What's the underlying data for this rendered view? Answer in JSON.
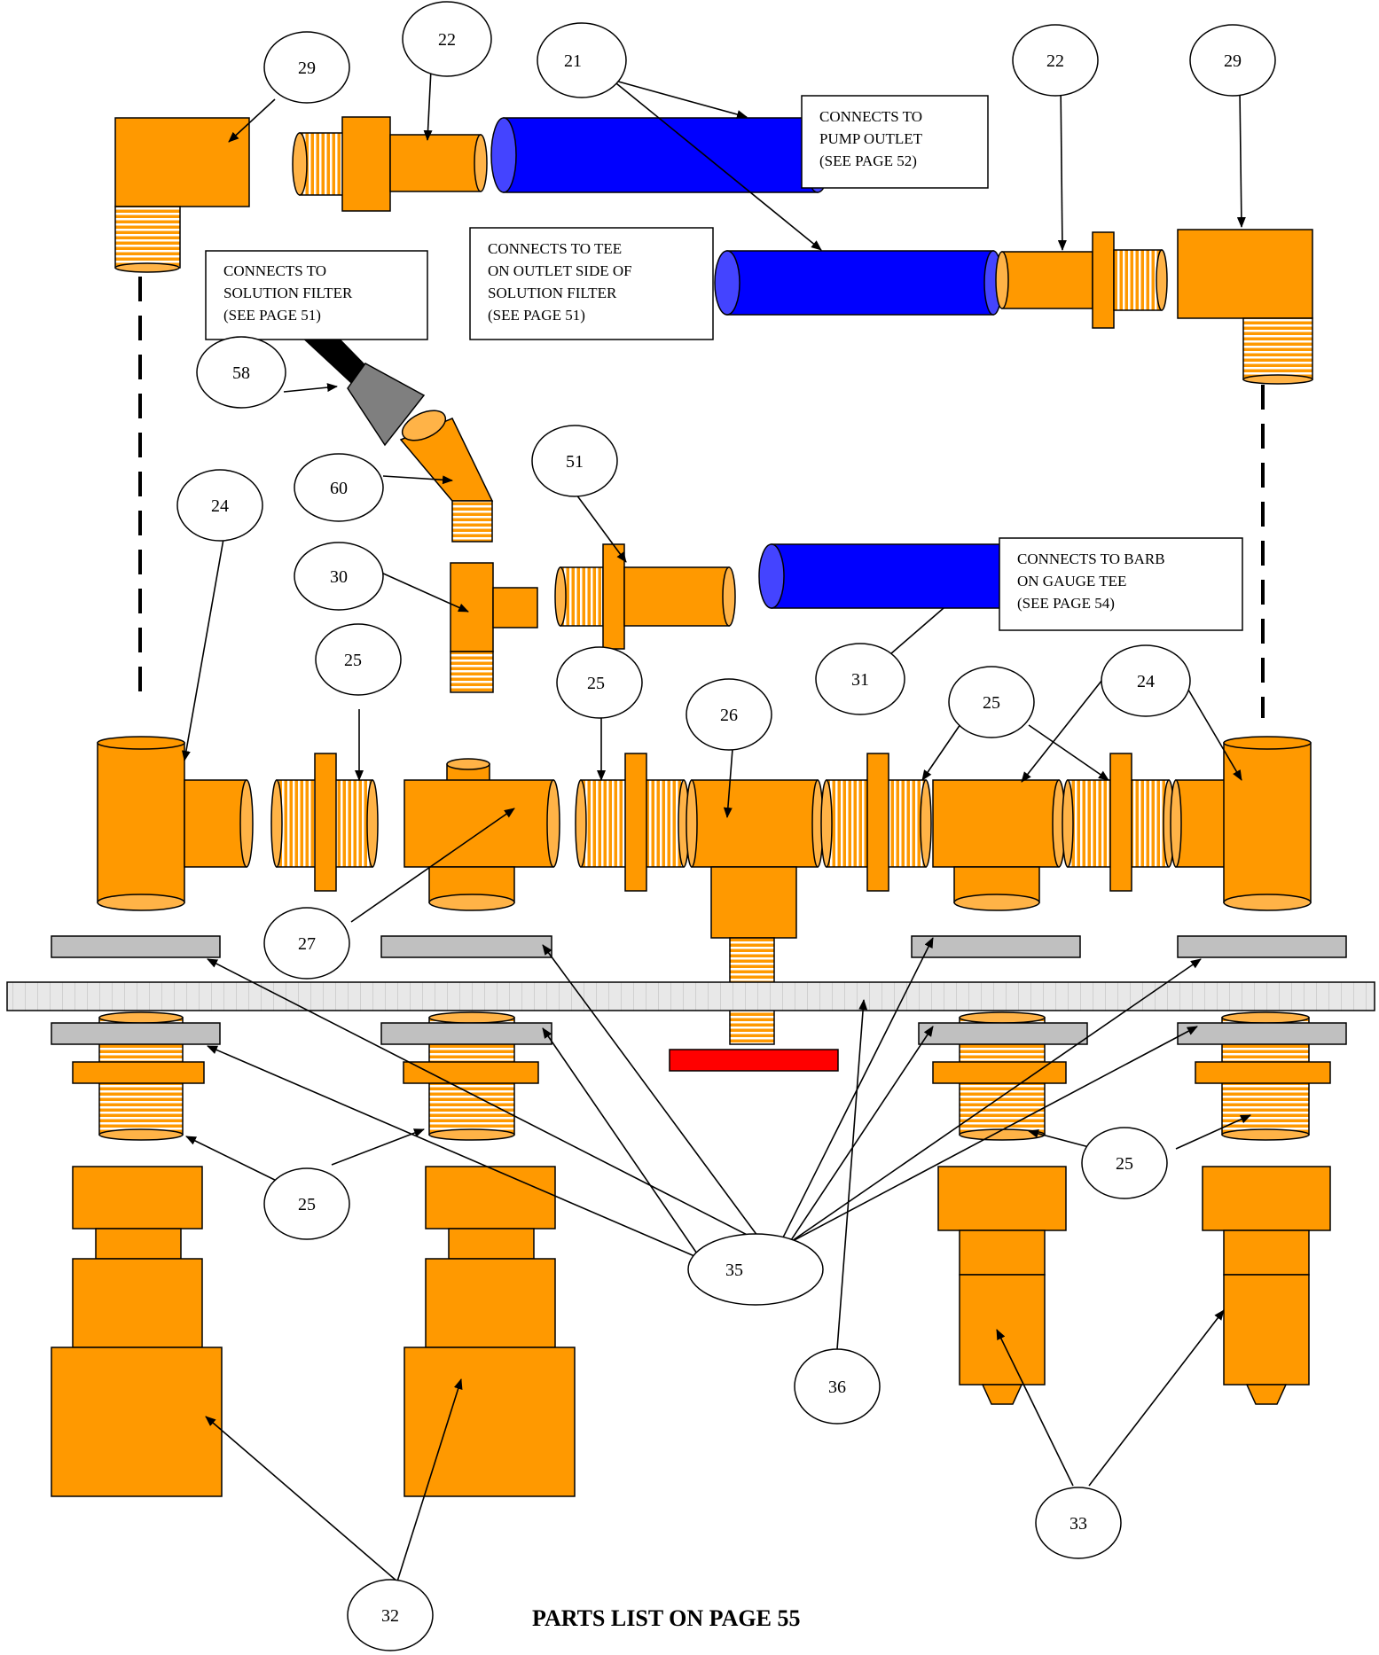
{
  "callouts": {
    "c29a": "29",
    "c22a": "22",
    "c21": "21",
    "c22b": "22",
    "c29b": "29",
    "c58": "58",
    "c60": "60",
    "c51": "51",
    "c24a": "24",
    "c30": "30",
    "c31": "31",
    "c25a": "25",
    "c25b": "25",
    "c26": "26",
    "c25c": "25",
    "c24b": "24",
    "c27": "27",
    "c25d": "25",
    "c25e": "25",
    "c35": "35",
    "c36": "36",
    "c33": "33",
    "c32": "32"
  },
  "notes": {
    "pump_outlet": [
      "CONNECTS TO",
      "PUMP OUTLET",
      "(SEE PAGE 52)"
    ],
    "tee_outlet": [
      "CONNECTS TO TEE",
      "ON OUTLET SIDE OF",
      "SOLUTION FILTER",
      "(SEE PAGE 51)"
    ],
    "solution_filter": [
      "CONNECTS TO",
      "SOLUTION FILTER",
      "(SEE PAGE 51)"
    ],
    "barb_gauge": [
      "CONNECTS TO BARB",
      "ON GAUGE TEE",
      "(SEE PAGE 54)"
    ]
  },
  "footer": "PARTS LIST ON PAGE 55",
  "colors": {
    "fitting": "#ff9900",
    "hose": "#0000ff",
    "washer": "#c0c0c0",
    "nozzle": "#7f7f7f",
    "knob": "#ff0000"
  }
}
